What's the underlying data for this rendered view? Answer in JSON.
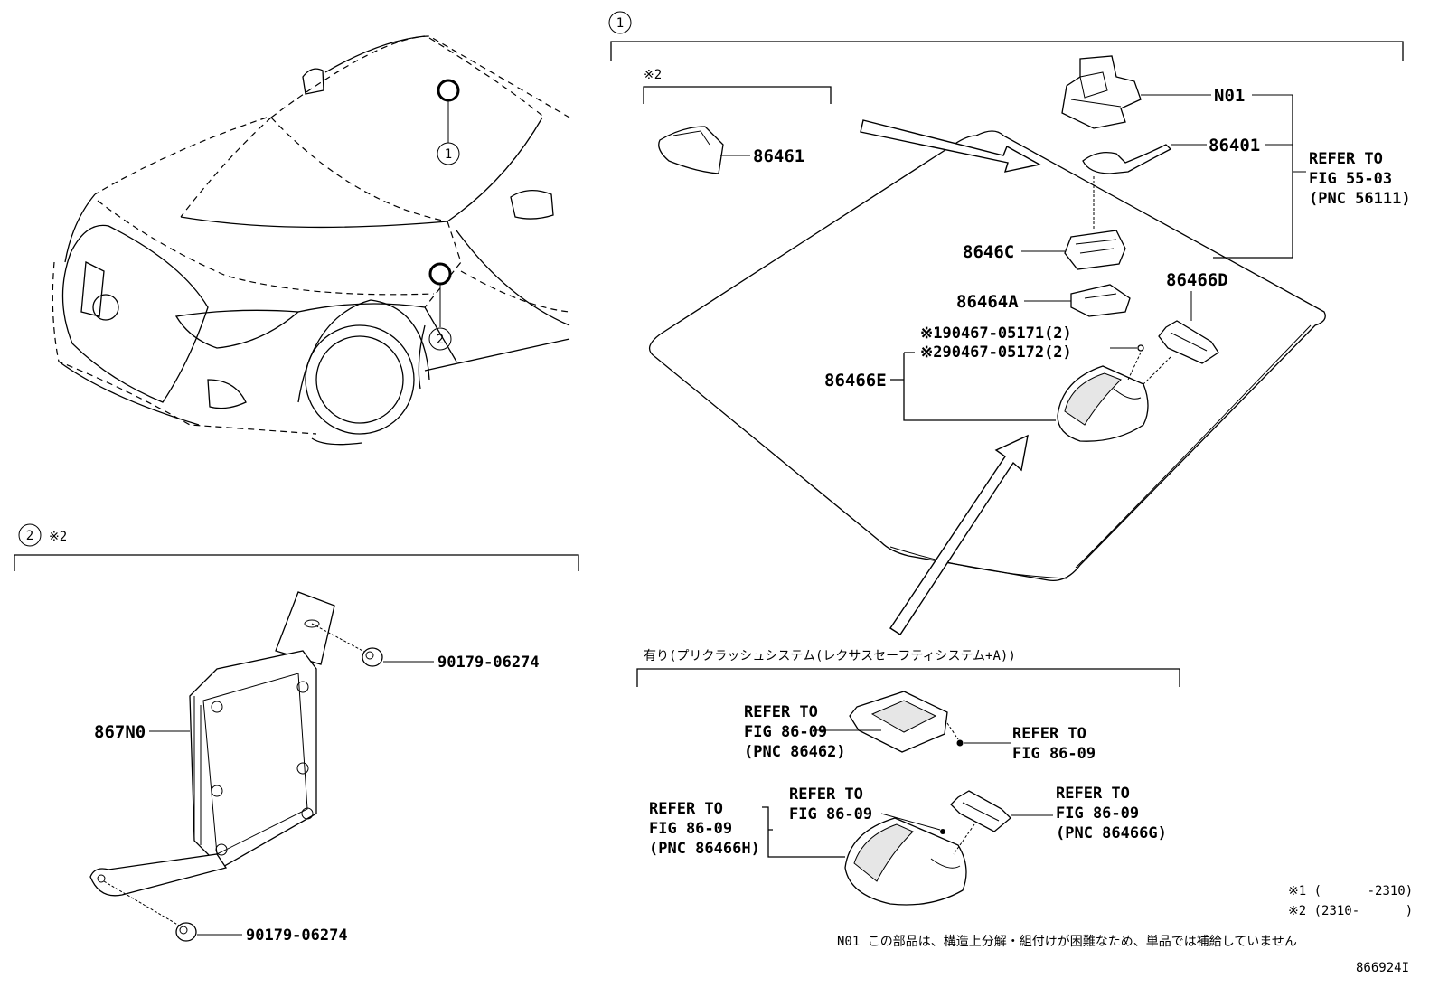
{
  "callouts": {
    "one": "1",
    "two": "2"
  },
  "section_main": {
    "note_marker": "※2"
  },
  "parts": {
    "p86461": "86461",
    "pN01": "N01",
    "p86401": "86401",
    "p8646C": "8646C",
    "p86464A": "86464A",
    "p86466D": "86466D",
    "p86466E": "86466E",
    "bolt1": "※190467-05171(2)",
    "bolt2": "※290467-05172(2)",
    "p867N0": "867N0",
    "nut_top": "90179-06274",
    "nut_bottom": "90179-06274"
  },
  "refer_main": {
    "l1": "REFER TO",
    "l2": "FIG 55-03",
    "l3": "(PNC 56111)"
  },
  "section_two": {
    "marker": "※2"
  },
  "option_section": {
    "title": "有り(プリクラッシュシステム(レクサスセーフティシステム+A))",
    "refA": {
      "l1": "REFER TO",
      "l2": "FIG 86-09",
      "l3": "(PNC 86462)"
    },
    "refB": {
      "l1": "REFER TO",
      "l2": "FIG 86-09"
    },
    "refC": {
      "l1": "REFER TO",
      "l2": "FIG 86-09",
      "l3": "(PNC 86466H)"
    },
    "refD": {
      "l1": "REFER TO",
      "l2": "FIG 86-09"
    },
    "refE": {
      "l1": "REFER TO",
      "l2": "FIG 86-09",
      "l3": "(PNC 86466G)"
    }
  },
  "notes": {
    "n1": "※1 (      -2310)",
    "n2": "※2 (2310-      )",
    "n3": "N01 この部品は、構造上分解・組付けが困難なため、単品では補給していません",
    "figure_id": "866924I"
  }
}
